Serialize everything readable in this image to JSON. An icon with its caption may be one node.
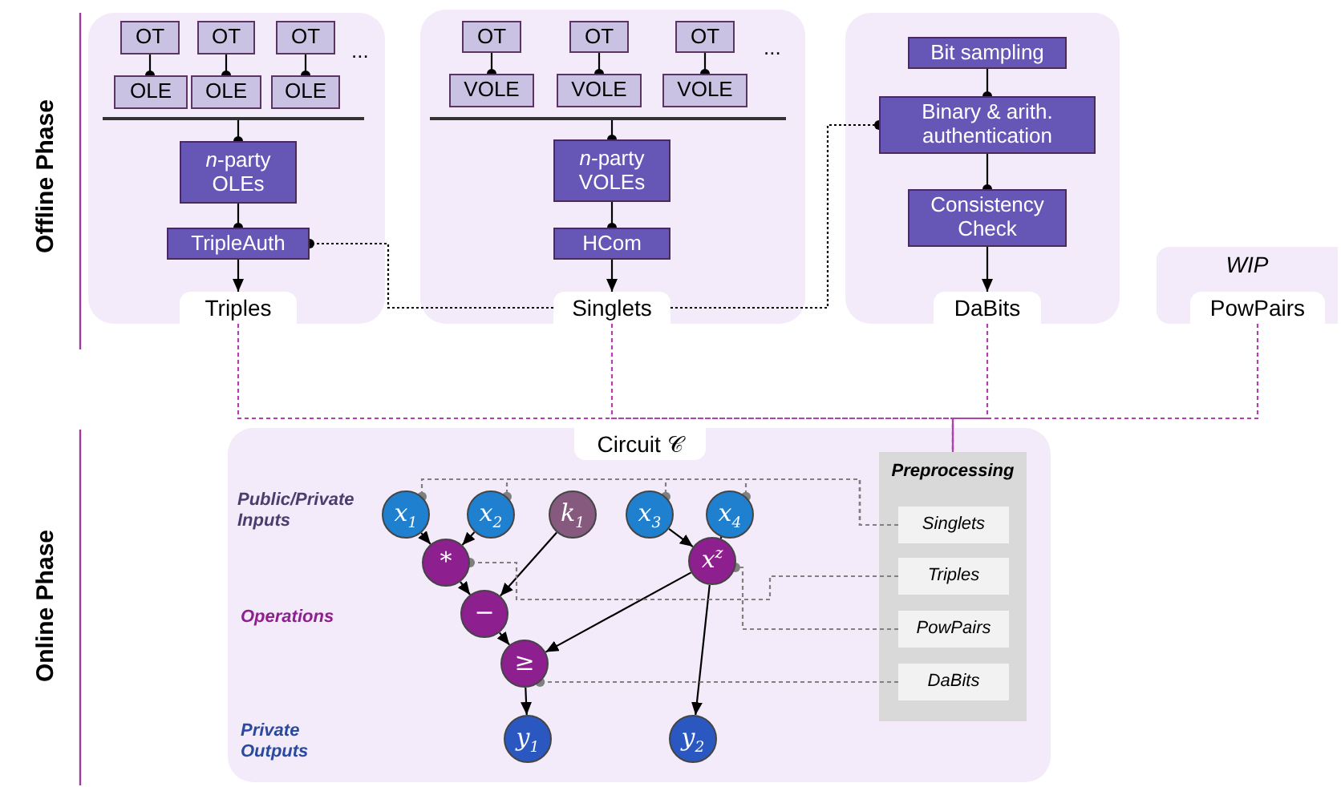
{
  "diagram": {
    "nodes": [
      {
        "text": [],
        "shape": "box"
      },
      {
        "text": [
          "OT"
        ],
        "in": 0
      },
      {
        "text": [
          "OT"
        ],
        "in": 0
      },
      {
        "text": [
          "OT"
        ],
        "in": 0
      },
      {
        "text": [
          "OLE"
        ],
        "in": 0
      },
      {
        "text": [
          "OLE"
        ],
        "in": 0
      },
      {
        "text": [
          "OLE"
        ],
        "in": 0
      },
      {
        "text": [],
        "shape": "bar",
        "in": 0
      },
      {
        "text": [
          "*n*-party OLEs"
        ],
        "in": 0
      },
      {
        "text": [
          "TripleAuth"
        ],
        "in": 0
      },
      {
        "text": [
          "Triples"
        ],
        "in": 0
      },
      {
        "text": [],
        "shape": "box"
      },
      {
        "text": [
          "OT"
        ],
        "in": 11
      },
      {
        "text": [
          "OT"
        ],
        "in": 11
      },
      {
        "text": [
          "OT"
        ],
        "in": 11
      },
      {
        "text": [
          "VOLE"
        ],
        "in": 11
      },
      {
        "text": [
          "VOLE"
        ],
        "in": 11
      },
      {
        "text": [
          "VOLE"
        ],
        "in": 11
      },
      {
        "text": [],
        "shape": "bar",
        "in": 11
      },
      {
        "text": [
          "*n*-party VOLEs"
        ],
        "in": 11
      },
      {
        "text": [
          "HCom"
        ],
        "in": 11
      },
      {
        "text": [
          "Singlets"
        ],
        "in": 11
      },
      {
        "text": [],
        "shape": "box"
      },
      {
        "text": [
          "Bit sampling"
        ],
        "in": 22
      },
      {
        "text": [
          "Binary & arith. authentication"
        ],
        "in": 22
      },
      {
        "text": [
          "Consistency Check"
        ],
        "in": 22
      },
      {
        "text": [
          "DaBits"
        ],
        "in": 22
      },
      {
        "text": [
          "WIP"
        ]
      },
      {
        "text": [
          "PowPairs"
        ],
        "in": 27
      },
      {
        "text": [],
        "shape": "box"
      },
      {
        "text": [
          "Circuit 𝒞"
        ],
        "in": 29
      },
      {
        "text": [
          "Preprocessing"
        ],
        "in": 29
      },
      {
        "text": [
          "Singlets"
        ],
        "in": 31
      },
      {
        "text": [
          "Triples"
        ],
        "in": 31
      },
      {
        "text": [
          "PowPairs"
        ],
        "in": 31
      },
      {
        "text": [
          "DaBits"
        ],
        "in": 31
      },
      {
        "text": [
          "x$_{1}$"
        ],
        "in": 29
      },
      {
        "text": [
          "x$_{2}$"
        ],
        "in": 29
      },
      {
        "text": [
          "k$_{1}$"
        ],
        "in": 29
      },
      {
        "text": [
          "x$_{3}$"
        ],
        "in": 29
      },
      {
        "text": [
          "x$_{4}$"
        ],
        "in": 29
      },
      {
        "text": [
          "*"
        ],
        "in": 29
      },
      {
        "text": [
          "x$^{z}$"
        ],
        "in": 29
      },
      {
        "text": [
          "−"
        ],
        "in": 29
      },
      {
        "text": [
          "≥"
        ],
        "in": 29
      },
      {
        "text": [
          "y$_{1}$"
        ],
        "in": 29
      },
      {
        "text": [
          "y$_{2}$"
        ],
        "in": 29
      }
    ],
    "edges": [
      {
        "from": 1,
        "to": 4,
        "arrow": "other"
      },
      {
        "from": 2,
        "to": 5,
        "arrow": "other"
      },
      {
        "from": 3,
        "to": 6,
        "arrow": "other"
      },
      {
        "from": 7,
        "to": 8,
        "arrow": "other"
      },
      {
        "from": 8,
        "to": 9,
        "arrow": "other"
      },
      {
        "from": 9,
        "to": 10,
        "arrow": "to"
      },
      {
        "from": 12,
        "to": 15,
        "arrow": "other"
      },
      {
        "from": 13,
        "to": 16,
        "arrow": "other"
      },
      {
        "from": 14,
        "to": 17,
        "arrow": "other"
      },
      {
        "from": 18,
        "to": 19,
        "arrow": "other"
      },
      {
        "from": 19,
        "to": 20,
        "arrow": "other"
      },
      {
        "from": 20,
        "to": 21,
        "arrow": "to"
      },
      {
        "from": 21,
        "to": 9,
        "arrow": "other",
        "style": "dashed"
      },
      {
        "from": 21,
        "to": 24,
        "arrow": "other",
        "style": "dashed"
      },
      {
        "from": 23,
        "to": 24,
        "arrow": "other"
      },
      {
        "from": 24,
        "to": 25,
        "arrow": "other"
      },
      {
        "from": 25,
        "to": 26,
        "arrow": "to"
      },
      {
        "from": 10,
        "to": 31,
        "arrow": "none",
        "style": "dashed",
        "color": "#b040b0"
      },
      {
        "from": 21,
        "to": 31,
        "arrow": "none",
        "style": "dashed",
        "color": "#b040b0"
      },
      {
        "from": 26,
        "to": 31,
        "arrow": "none",
        "style": "dashed",
        "color": "#b040b0"
      },
      {
        "from": 28,
        "to": 31,
        "arrow": "none",
        "style": "dashed",
        "color": "#b040b0"
      },
      {
        "from": 36,
        "to": 41,
        "arrow": "to"
      },
      {
        "from": 37,
        "to": 41,
        "arrow": "to"
      },
      {
        "from": 38,
        "to": 43,
        "arrow": "to"
      },
      {
        "from": 41,
        "to": 43,
        "arrow": "to"
      },
      {
        "from": 39,
        "to": 42,
        "arrow": "to"
      },
      {
        "from": 40,
        "to": 42,
        "arrow": "to"
      },
      {
        "from": 43,
        "to": 44,
        "arrow": "to"
      },
      {
        "from": 42,
        "to": 44,
        "arrow": "to"
      },
      {
        "from": 44,
        "to": 45,
        "arrow": "to"
      },
      {
        "from": 42,
        "to": 46,
        "arrow": "to"
      },
      {
        "from": 32,
        "to": 36,
        "arrow": "other",
        "style": "dashed",
        "color": "#808080"
      },
      {
        "from": 32,
        "to": 37,
        "arrow": "other",
        "style": "dashed",
        "color": "#808080"
      },
      {
        "from": 32,
        "to": 39,
        "arrow": "other",
        "style": "dashed",
        "color": "#808080"
      },
      {
        "from": 32,
        "to": 40,
        "arrow": "other",
        "style": "dashed",
        "color": "#808080"
      },
      {
        "from": 33,
        "to": 41,
        "arrow": "other",
        "style": "dashed",
        "color": "#808080"
      },
      {
        "from": 34,
        "to": 42,
        "arrow": "other",
        "style": "dashed",
        "color": "#808080"
      },
      {
        "from": 35,
        "to": 44,
        "arrow": "other",
        "style": "dashed",
        "color": "#808080"
      }
    ],
    "labels": [
      "Offline Phase",
      "...",
      "...",
      "Online Phase",
      "Public/Private Inputs",
      "Operations",
      "Private Outputs"
    ]
  }
}
